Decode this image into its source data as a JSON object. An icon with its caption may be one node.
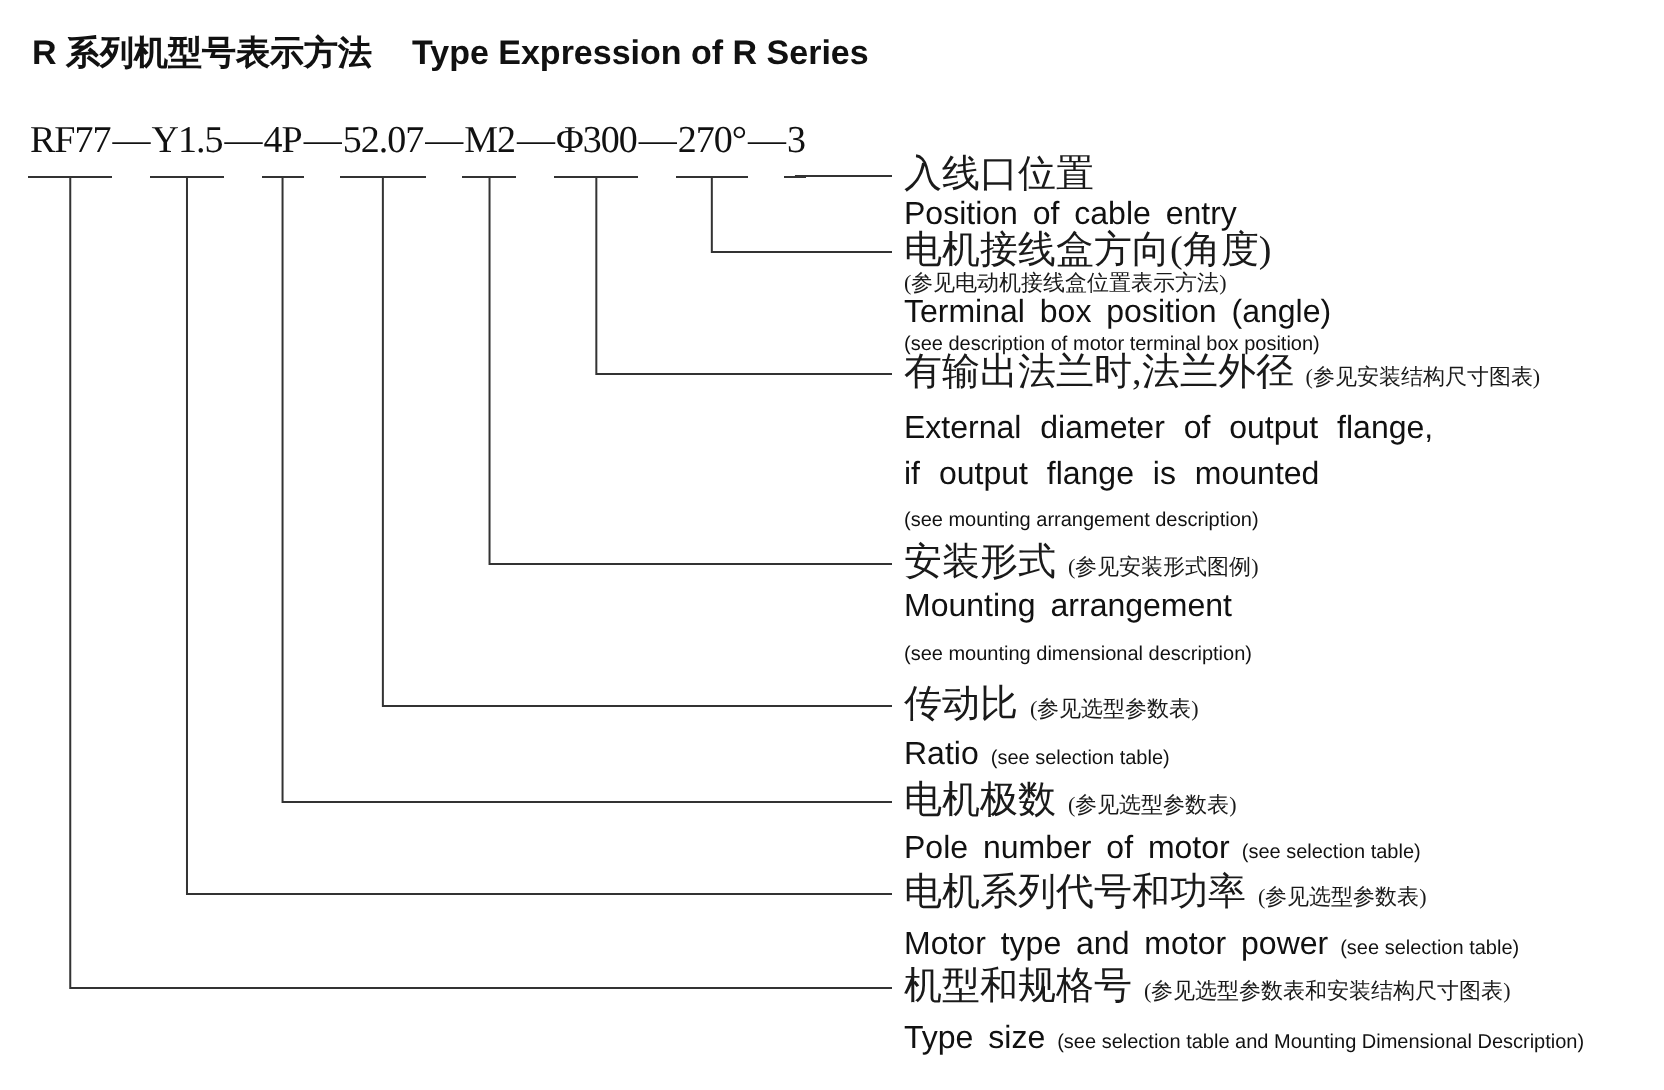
{
  "diagram": {
    "title": "R 系列机型号表示方法",
    "nodes": [
      {
        "text": [
          "RF77"
        ]
      },
      {
        "text": [
          "Y1.5"
        ]
      },
      {
        "text": [
          "4P"
        ]
      },
      {
        "text": [
          "52.07"
        ]
      },
      {
        "text": [
          "M2"
        ]
      },
      {
        "text": [
          "Φ300"
        ]
      },
      {
        "text": [
          "270°"
        ]
      },
      {
        "text": [
          "3"
        ]
      },
      {
        "text": [
          "入线口位置",
          "Position of cable entry"
        ]
      },
      {
        "text": [
          "电机接线盒方向(角度)",
          "(参见电动机接线盒位置表示方法)",
          "Terminal box position (angle)",
          "(see description of motor terminal box position)"
        ]
      },
      {
        "text": [
          "有输出法兰时,法兰外径",
          "(参见安装结构尺寸图表)",
          "External diameter of output flange, if output flange is mounted",
          "(see mounting arrangement description)"
        ]
      },
      {
        "text": [
          "安装形式",
          "(参见安装形式图例)",
          "Mounting arrangement",
          "(see mounting dimensional description)"
        ]
      },
      {
        "text": [
          "传动比",
          "(参见选型参数表)",
          "Ratio",
          "(see selection table)"
        ]
      },
      {
        "text": [
          "电机极数",
          "(参见选型参数表)",
          "Pole number of motor",
          "(see selection table)"
        ]
      },
      {
        "text": [
          "电机系列代号和功率",
          "(参见选型参数表)",
          "Motor type and motor power",
          "(see selection table)"
        ]
      },
      {
        "text": [
          "机型和规格号",
          "(参见选型参数表和安装结构尺寸图表)",
          "Type size",
          "(see selection table and Mounting Dimensional Description)"
        ]
      }
    ],
    "edges": [
      {
        "from": 7,
        "to": 8,
        "arrow": "none"
      },
      {
        "from": 6,
        "to": 9,
        "arrow": "none"
      },
      {
        "from": 5,
        "to": 10,
        "arrow": "none"
      },
      {
        "from": 4,
        "to": 11,
        "arrow": "none"
      },
      {
        "from": 3,
        "to": 12,
        "arrow": "none"
      },
      {
        "from": 2,
        "to": 13,
        "arrow": "none"
      },
      {
        "from": 1,
        "to": 14,
        "arrow": "none"
      },
      {
        "from": 0,
        "to": 15,
        "arrow": "none"
      }
    ],
    "labels": [
      "Type Expression of R Series",
      "—",
      "—",
      "—",
      "—",
      "—",
      "—",
      "—"
    ]
  }
}
